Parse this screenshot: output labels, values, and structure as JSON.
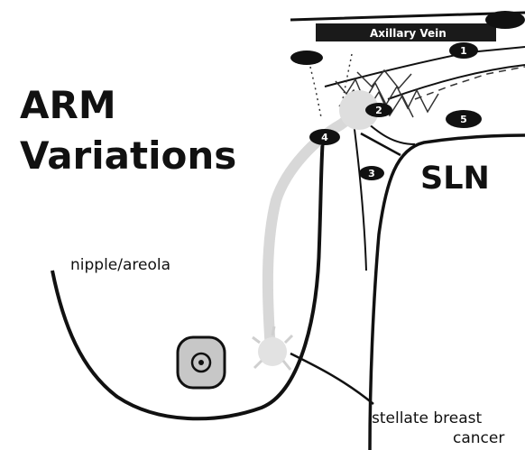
{
  "title": {
    "line1": "ARM",
    "line2": "Variations"
  },
  "labels": {
    "axillary_vein": "Axillary Vein",
    "sln": "SLN",
    "nipple": "nipple/areola",
    "cancer_line1": "stellate breast",
    "cancer_line2": "cancer"
  },
  "node_numbers": [
    "1",
    "2",
    "3",
    "4",
    "5"
  ],
  "colors": {
    "ink": "#111111",
    "vein": "#1a1a1a",
    "lymph": "#d8d8d8",
    "areola": "#c7c7c7"
  }
}
